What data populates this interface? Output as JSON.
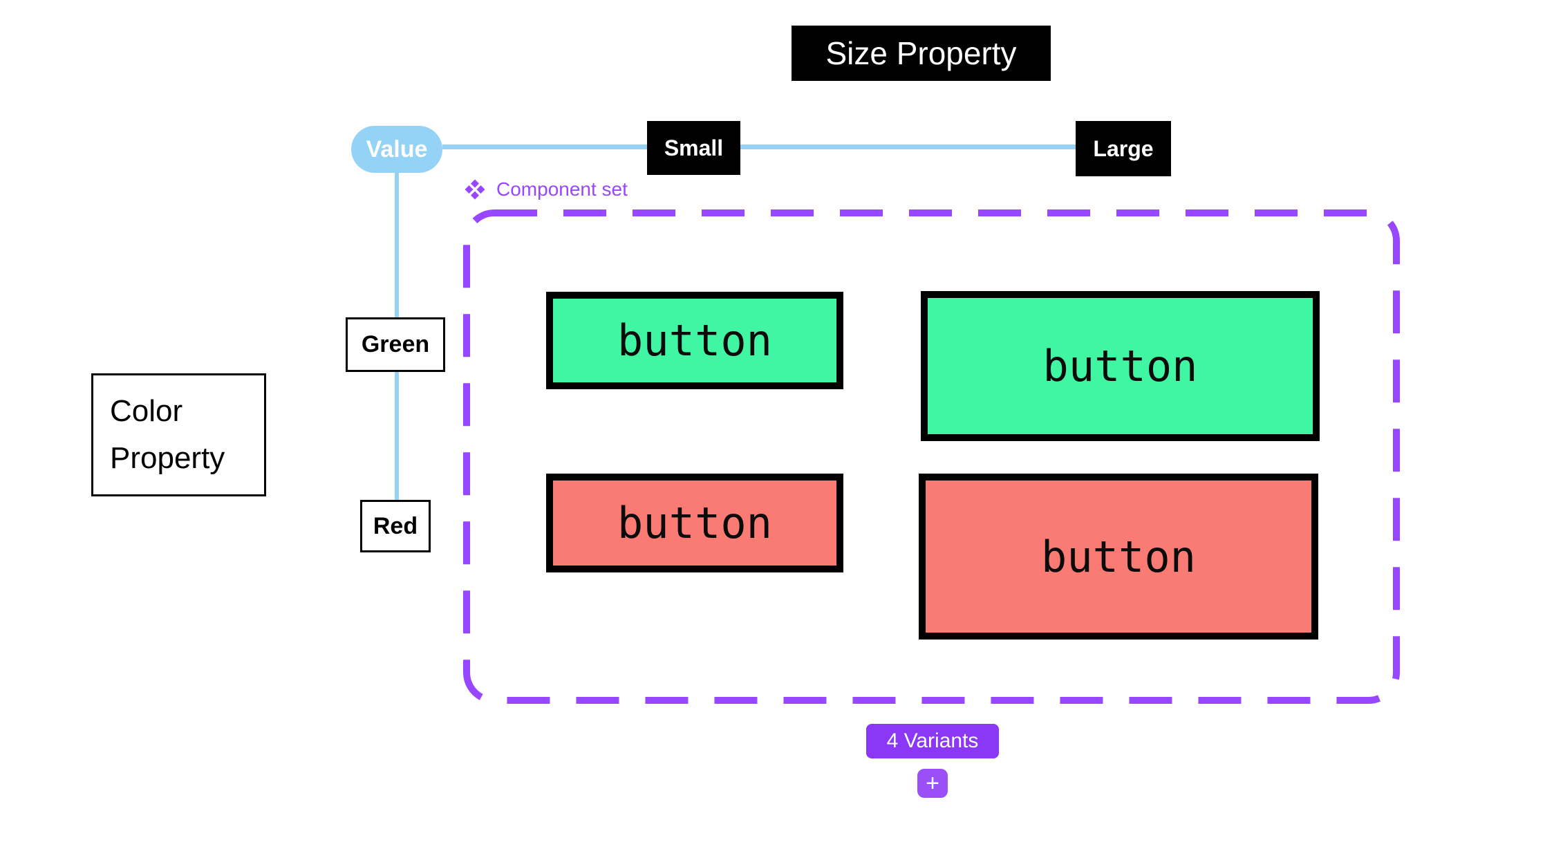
{
  "colors": {
    "black": "#000000",
    "white": "#ffffff",
    "blue": "#94D3F5",
    "purple": "#9747FF",
    "badge_purple": "#8A38F5",
    "plus_purple": "#9B4FF7",
    "green": "#40F6A3",
    "red": "#FA7B73"
  },
  "size_property": {
    "title": "Size Property",
    "value_label": "Value",
    "options": {
      "small": "Small",
      "large": "Large"
    }
  },
  "color_property": {
    "title": "Color Property",
    "options": {
      "green": "Green",
      "red": "Red"
    }
  },
  "component_set": {
    "label": "Component set",
    "icon": "component-diamonds-icon"
  },
  "variants": [
    {
      "size": "Small",
      "color": "Green",
      "label": "button"
    },
    {
      "size": "Large",
      "color": "Green",
      "label": "button"
    },
    {
      "size": "Small",
      "color": "Red",
      "label": "button"
    },
    {
      "size": "Large",
      "color": "Red",
      "label": "button"
    }
  ],
  "footer": {
    "variants_count_label": "4 Variants",
    "add_variant_label": "+"
  }
}
